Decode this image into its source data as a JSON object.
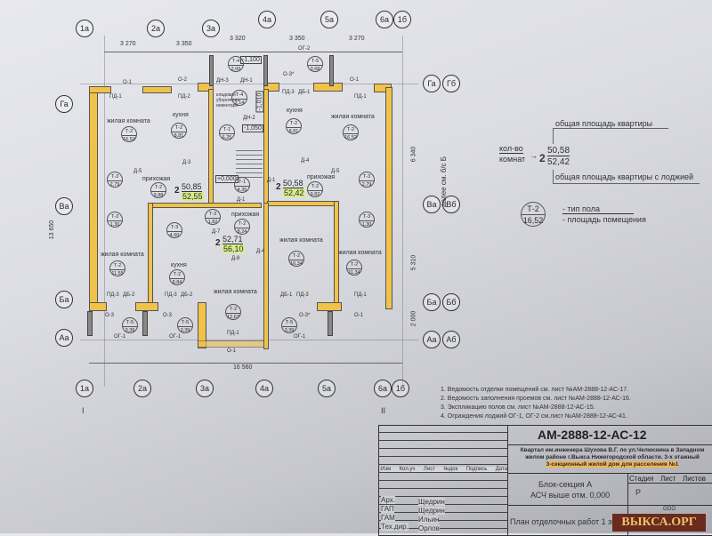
{
  "axes": {
    "top": [
      "1а",
      "2а",
      "3а",
      "4а",
      "5а",
      "6а",
      "1б"
    ],
    "left": [
      "Га",
      "Ва",
      "Ба",
      "Аа"
    ],
    "right": [
      [
        "Га",
        "Гб"
      ],
      [
        "Ва",
        "Вб"
      ],
      [
        "Ба",
        "Бб"
      ],
      [
        "Аа",
        "Аб"
      ]
    ],
    "sections": [
      "I",
      "II"
    ]
  },
  "dims": {
    "top": [
      "3 270",
      "3 350",
      "3 320",
      "3 350",
      "3 270"
    ],
    "bottom": "16 560",
    "right": [
      "6 340",
      "5 310",
      "2 000"
    ],
    "left": "13 650",
    "note": "далее см. б/с Б"
  },
  "levels": [
    "-1,100",
    "-1,050",
    "+0,000",
    "-1,010"
  ],
  "rooms": [
    {
      "name": "жилая комната",
      "type": "Т-2",
      "area": "16,52"
    },
    {
      "name": "кухня",
      "type": "Т-2",
      "area": "8,81"
    },
    {
      "name": "кладовая уборочного инвентаря",
      "type": "Т-4",
      "area": "2,14"
    },
    {
      "name": "",
      "type": "Т-4",
      "area": "2,00"
    },
    {
      "name": "",
      "type": "Т-1",
      "area": "6,25"
    },
    {
      "name": "",
      "type": "Т-5",
      "area": "3,68"
    },
    {
      "name": "кухня",
      "type": "Т-2",
      "area": "8,81"
    },
    {
      "name": "жилая комната",
      "type": "Т-2",
      "area": "16,52"
    },
    {
      "name": "прихожая",
      "type": "Т-2",
      "area": "9,88"
    },
    {
      "name": "",
      "type": "Т-1",
      "area": "4,35"
    },
    {
      "name": "прихожая",
      "type": "Т-2",
      "area": "9,82"
    },
    {
      "name": "",
      "type": "Т-3",
      "area": "2,79"
    },
    {
      "name": "",
      "type": "Т-3",
      "area": "2,79"
    },
    {
      "name": "",
      "type": "Т-3",
      "area": "1,30"
    },
    {
      "name": "",
      "type": "Т-3",
      "area": "4,60"
    },
    {
      "name": "",
      "type": "Т-3",
      "area": "1,82"
    },
    {
      "name": "прихожая",
      "type": "Т-2",
      "area": "8,24"
    },
    {
      "name": "жилая комната",
      "type": "Т-2",
      "area": "16,34"
    },
    {
      "name": "",
      "type": "Т-3",
      "area": "1,30"
    },
    {
      "name": "жилая комната",
      "type": "Т-2",
      "area": "11,55"
    },
    {
      "name": "кухня",
      "type": "Т-2",
      "area": "8,84"
    },
    {
      "name": "жилая комната",
      "type": "Т-2",
      "area": "12,67"
    },
    {
      "name": "жилая комната",
      "type": "Т-2",
      "area": "11,34"
    },
    {
      "name": "",
      "type": "Т-5",
      "area": "3,39"
    },
    {
      "name": "",
      "type": "Т-5",
      "area": "3,39"
    },
    {
      "name": "",
      "type": "Т-5",
      "area": "3,39"
    }
  ],
  "apartments": [
    {
      "rooms": "2",
      "area": "50,85",
      "area_loggia": "52,55"
    },
    {
      "rooms": "2",
      "area": "50,58",
      "area_loggia": "52,42"
    },
    {
      "rooms": "2",
      "area": "52,71",
      "area_loggia": "56,10"
    }
  ],
  "marks": [
    "О-1",
    "О-2",
    "ДН-3",
    "ДН-1",
    "О-3*",
    "О-1",
    "ПД-1",
    "ПД-2",
    "ПД-3",
    "ДБ-1",
    "ПД-1",
    "ДН-2",
    "Д-3",
    "Д-4",
    "Д-5",
    "Д-5",
    "Д-1",
    "Д-1",
    "Д-7",
    "Д-8",
    "Д-4",
    "ПД-3",
    "ДБ-2",
    "ПД-3",
    "ДБ-2",
    "ПД-1",
    "ДБ-1",
    "ПД-3",
    "ПД-1",
    "О-3",
    "О-3",
    "О-1",
    "О-3*",
    "О-1",
    "ОГ-1",
    "ОГ-1",
    "ОГ-1",
    "ОГ-2"
  ],
  "legend": {
    "rooms_count": "кол-во",
    "rooms_count2": "комнат",
    "n": "2",
    "area": "50,58",
    "area_loggia": "52,42",
    "area_label": "общая площадь квартиры",
    "area_loggia_label": "общая площадь квартиры с лоджией",
    "type": "Т-2",
    "room_area": "16,52",
    "type_label": "- тип пола",
    "room_area_label": "- площадь помещения"
  },
  "notes": [
    "1. Ведомость отделки помещений см. лист №АМ-2888-12-АС-17.",
    "2. Ведомость заполнения проемов см. лист №АМ-2888-12-АС-16.",
    "3. Экспликацию полов см. лист №АМ-2888-12-АС-15.",
    "4. Ограждения лоджий ОГ-1, ОГ-2 см.лист №АМ-2888-12-АС-41."
  ],
  "title_block": {
    "code": "АМ-2888-12-АС-12",
    "description": "Квартал им.инженера Шухова В.Г. по ул.Челюскина в Западном жилом районе г.Выкса Нижегородской области. 3-х этажный",
    "description_hl": "3-секционный жилой дом для расселения №1",
    "headers": [
      "Изм",
      "Кол.уч",
      "Лист",
      "№док",
      "Подпись",
      "Дата"
    ],
    "roles": [
      "Арх.",
      "ГАП",
      "ГАМ",
      "Тех.дир."
    ],
    "names": [
      "Щедрин",
      "Щедрин",
      "Ильин",
      "Орлов"
    ],
    "block": "Блок-секция А",
    "block2": "АСЧ выше отм. 0,000",
    "stage_h": [
      "Стадия",
      "Лист",
      "Листов"
    ],
    "stage": "Р",
    "org": "ООО",
    "sheet_title": "План отделочных работ 1 эт"
  },
  "watermark": "ВЫКСА.ОРГ"
}
